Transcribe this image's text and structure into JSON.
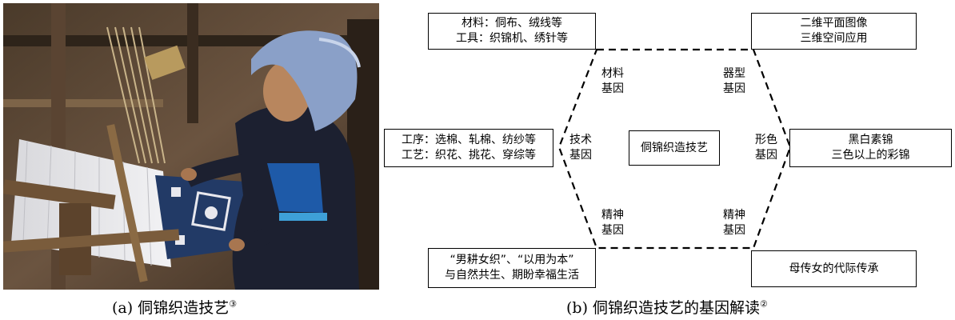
{
  "photo": {
    "description_icon": "weaving-woman-photo"
  },
  "captions": {
    "a": "(a)  侗锦织造技艺",
    "a_sup": "③",
    "b": "(b)  侗锦织造技艺的基因解读",
    "b_sup": "②"
  },
  "diagram": {
    "center": "侗锦织造技艺",
    "genes": {
      "material": [
        "材料",
        "基因"
      ],
      "form": [
        "器型",
        "基因"
      ],
      "technique": [
        "技术",
        "基因"
      ],
      "color": [
        "形色",
        "基因"
      ],
      "spirit_left": [
        "精神",
        "基因"
      ],
      "spirit_right": [
        "精神",
        "基因"
      ]
    },
    "boxes": {
      "top_left": [
        "材料：侗布、绒线等",
        "工具：织锦机、绣针等"
      ],
      "top_right": [
        "二维平面图像",
        "三维空间应用"
      ],
      "mid_left": [
        "工序：选棉、轧棉、纺纱等",
        "工艺：织花、挑花、穿综等"
      ],
      "mid_right": [
        "黑白素锦",
        "三色以上的彩锦"
      ],
      "bottom_left": [
        "“男耕女织”、“以用为本”",
        "与自然共生、期盼幸福生活"
      ],
      "bottom_right": [
        "母传女的代际传承"
      ]
    }
  }
}
